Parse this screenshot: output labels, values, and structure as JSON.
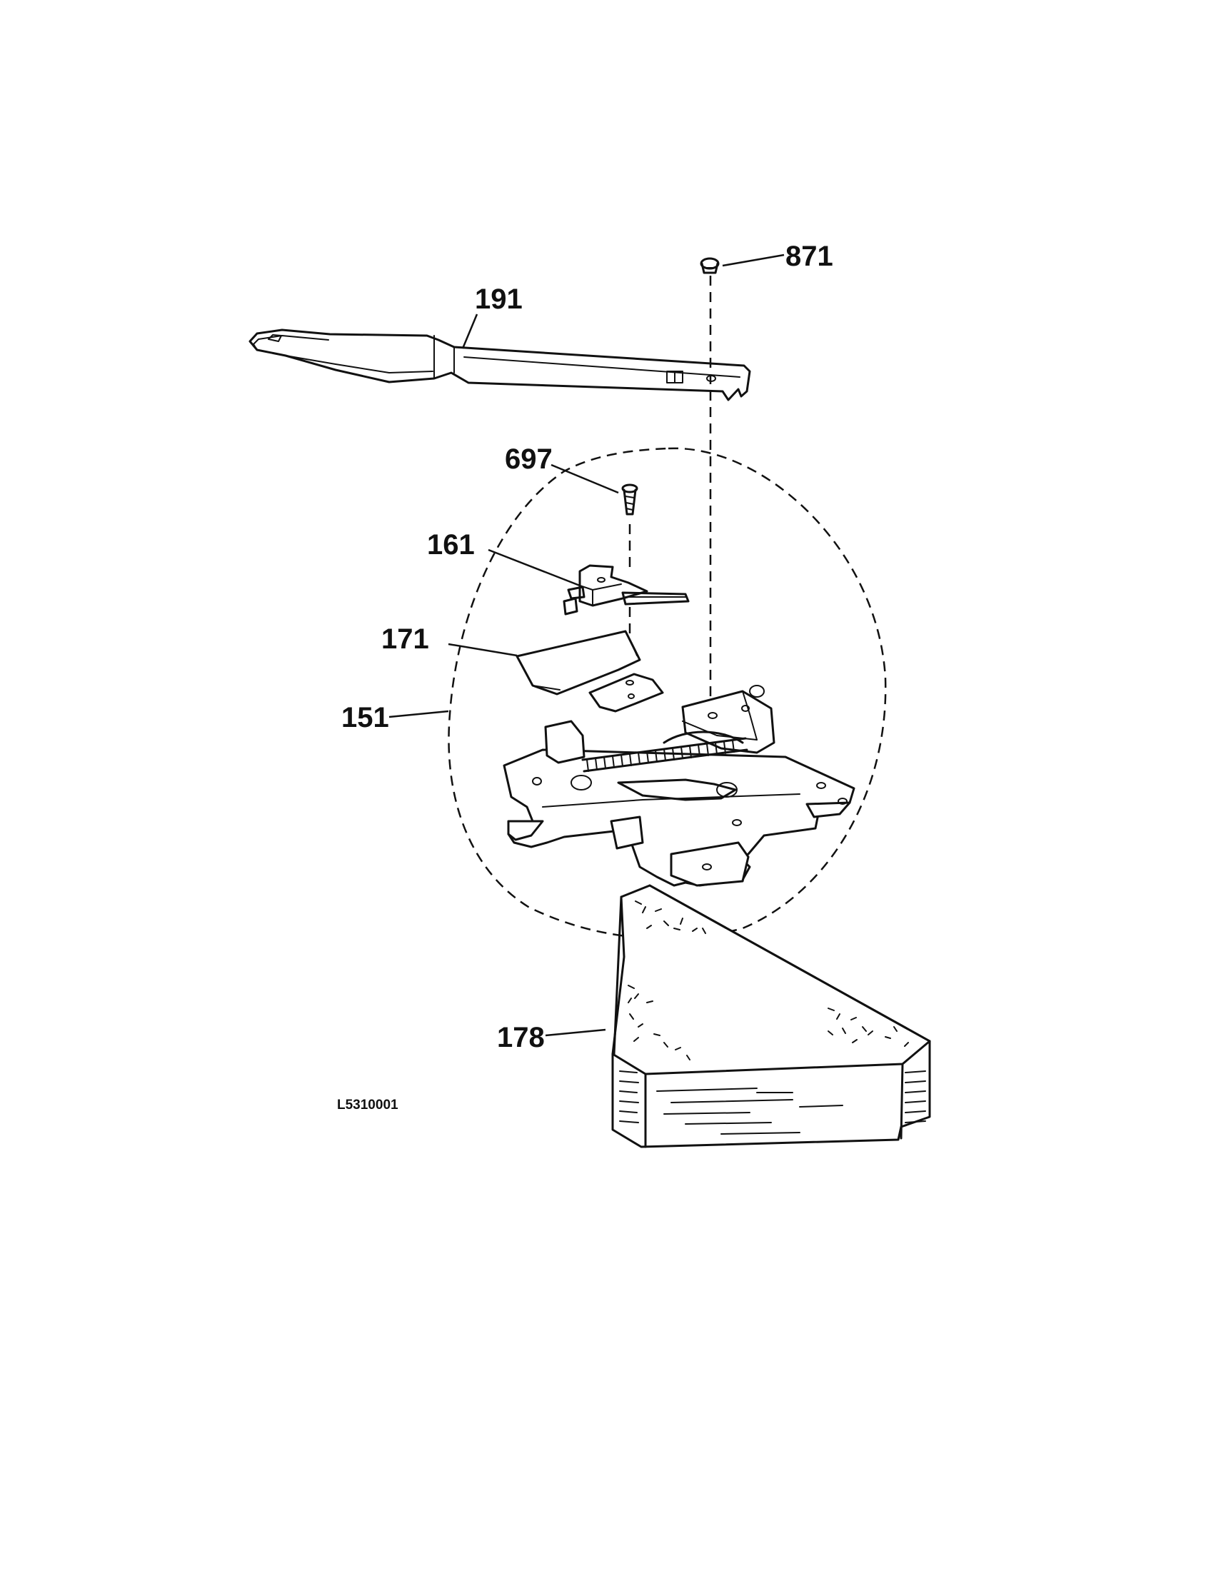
{
  "callouts": {
    "c871": "871",
    "c191": "191",
    "c697": "697",
    "c161": "161",
    "c171": "171",
    "c151": "151",
    "c178": "178"
  },
  "drawing_id": "L5310001",
  "colors": {
    "ink": "#111111",
    "paper": "#ffffff"
  }
}
